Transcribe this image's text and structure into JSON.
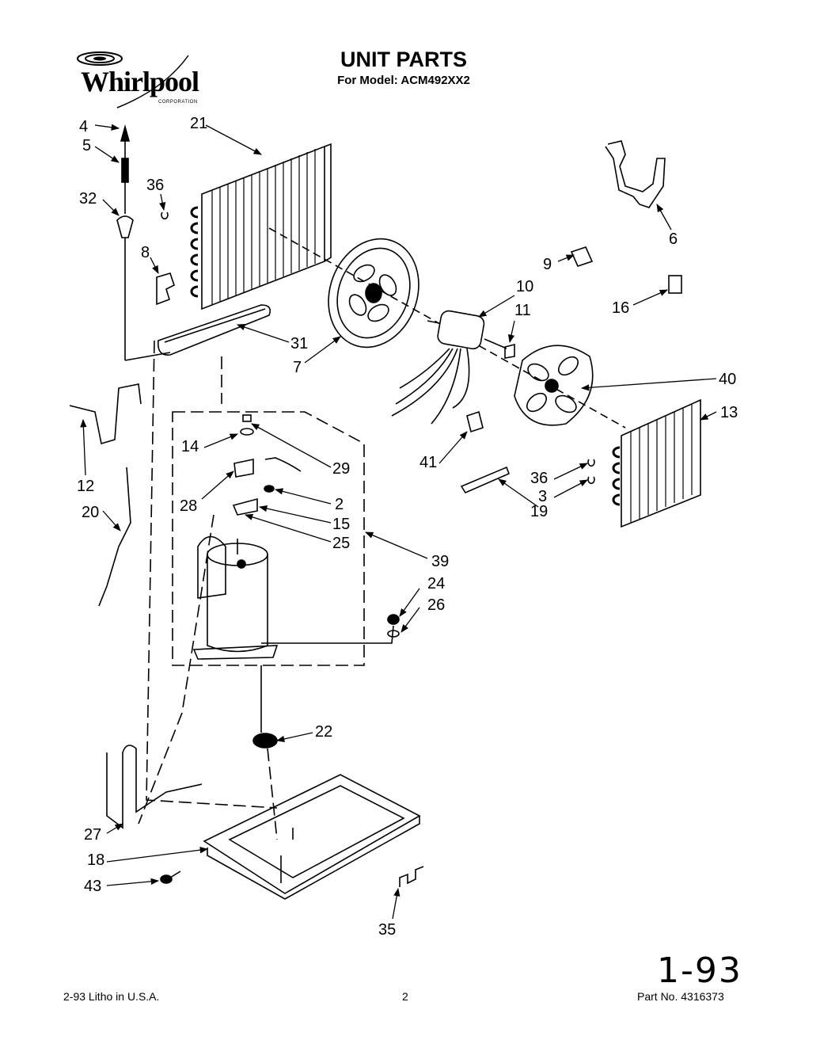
{
  "header": {
    "brand": "Whirlpool",
    "brand_sub": "CORPORATION",
    "title": "UNIT PARTS",
    "model": "For Model: ACM492XX2"
  },
  "footer": {
    "litho": "2-93 Litho in U.S.A.",
    "page": "2",
    "part_no": "Part No. 4316373",
    "handwritten": "1-93"
  },
  "callouts": [
    "4",
    "5",
    "32",
    "36",
    "8",
    "21",
    "31",
    "7",
    "12",
    "20",
    "14",
    "28",
    "29",
    "2",
    "15",
    "25",
    "39",
    "24",
    "26",
    "22",
    "27",
    "18",
    "43",
    "35",
    "9",
    "10",
    "11",
    "6",
    "16",
    "40",
    "13",
    "41",
    "36",
    "3",
    "19"
  ]
}
